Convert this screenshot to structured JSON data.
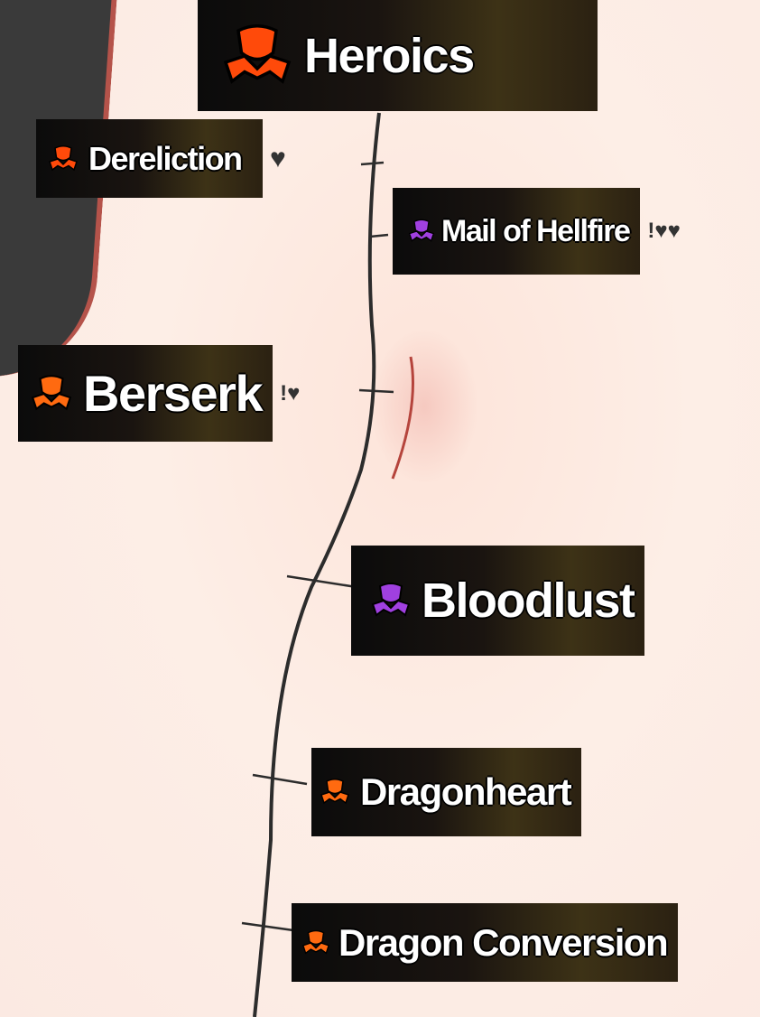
{
  "title": {
    "label": "Heroics",
    "icon": "heroic-icon",
    "color": "#ff4a0a"
  },
  "items": [
    {
      "label": "Dereliction",
      "icon": "heroic-icon",
      "color": "#ff4a0a",
      "mark": "♥"
    },
    {
      "label": "Mail of Hellfire",
      "icon": "heroic-icon",
      "color": "#a040e0",
      "mark": "!♥♥"
    },
    {
      "label": "Berserk",
      "icon": "heroic-icon",
      "color": "#ff6a10",
      "mark": "!♥"
    },
    {
      "label": "Bloodlust",
      "icon": "heroic-icon",
      "color": "#a040e0"
    },
    {
      "label": "Dragonheart",
      "icon": "heroic-icon",
      "color": "#ff6a10"
    },
    {
      "label": "Dragon Conversion",
      "icon": "heroic-icon",
      "color": "#ff6a10"
    }
  ]
}
